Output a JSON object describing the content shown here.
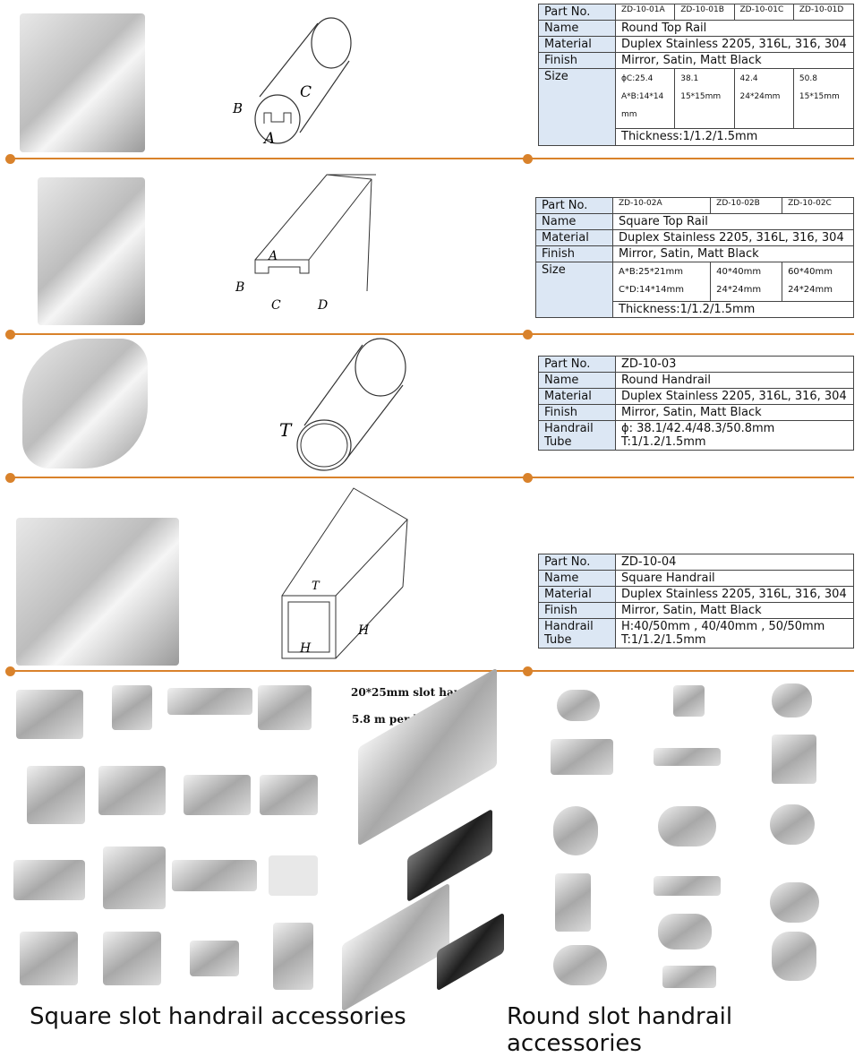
{
  "products": [
    {
      "part_label": "Part No.",
      "part_numbers": [
        "ZD-10-01A",
        "ZD-10-01B",
        "ZD-10-01C",
        "ZD-10-01D"
      ],
      "name_label": "Name",
      "name": "Round Top Rail",
      "material_label": "Material",
      "material": "Duplex Stainless 2205, 316L, 316, 304",
      "finish_label": "Finish",
      "finish": "Mirror, Satin, Matt Black",
      "size_label": "Size",
      "sizes": [
        [
          "ϕC:25.4",
          "38.1",
          "42.4",
          "50.8"
        ],
        [
          "A*B:14*14",
          "15*15mm",
          "24*24mm",
          "15*15mm"
        ],
        [
          "mm",
          "",
          "",
          ""
        ]
      ],
      "thickness": "Thickness:1/1.2/1.5mm",
      "drawing_labels": [
        "B",
        "C",
        "A"
      ]
    },
    {
      "part_label": "Part No.",
      "part_numbers": [
        "ZD-10-02A",
        "ZD-10-02B",
        "ZD-10-02C"
      ],
      "name_label": "Name",
      "name": "Square Top Rail",
      "material_label": "Material",
      "material": "Duplex Stainless 2205, 316L, 316, 304",
      "finish_label": "Finish",
      "finish": "Mirror, Satin, Matt Black",
      "size_label": "Size",
      "sizes": [
        [
          "A*B:25*21mm",
          "40*40mm",
          "60*40mm"
        ],
        [
          "C*D:14*14mm",
          "24*24mm",
          "24*24mm"
        ]
      ],
      "thickness": "Thickness:1/1.2/1.5mm",
      "drawing_labels": [
        "A",
        "B",
        "C",
        "D"
      ]
    },
    {
      "part_label": "Part No.",
      "part_number": "ZD-10-03",
      "name_label": "Name",
      "name": "Round Handrail",
      "material_label": "Material",
      "material": "Duplex Stainless 2205, 316L, 316, 304",
      "finish_label": "Finish",
      "finish": "Mirror, Satin, Matt Black",
      "tube_label_1": "Handrail",
      "tube_label_2": "Tube",
      "tube_value_1": "ϕ: 38.1/42.4/48.3/50.8mm",
      "tube_value_2": "T:1/1.2/1.5mm",
      "drawing_labels": [
        "T"
      ]
    },
    {
      "part_label": "Part No.",
      "part_number": "ZD-10-04",
      "name_label": "Name",
      "name": "Square Handrail",
      "material_label": "Material",
      "material": "Duplex Stainless 2205, 316L, 316, 304",
      "finish_label": "Finish",
      "finish": "Mirror, Satin, Matt Black",
      "tube_label_1": "Handrail",
      "tube_label_2": "Tube",
      "tube_value_1": "H:40/50mm , 40/40mm , 50/50mm",
      "tube_value_2": "T:1/1.2/1.5mm",
      "drawing_labels": [
        "T",
        "H",
        "H"
      ]
    }
  ],
  "accessories": {
    "promo_line_1": "20*25mm slot handrail",
    "promo_line_2": "5.8 m per length",
    "square_title": "Square slot handrail accessories",
    "round_title": "Round slot handrail accessories"
  },
  "colors": {
    "divider": "#d9822b",
    "key_cell": "#dce7f4"
  }
}
